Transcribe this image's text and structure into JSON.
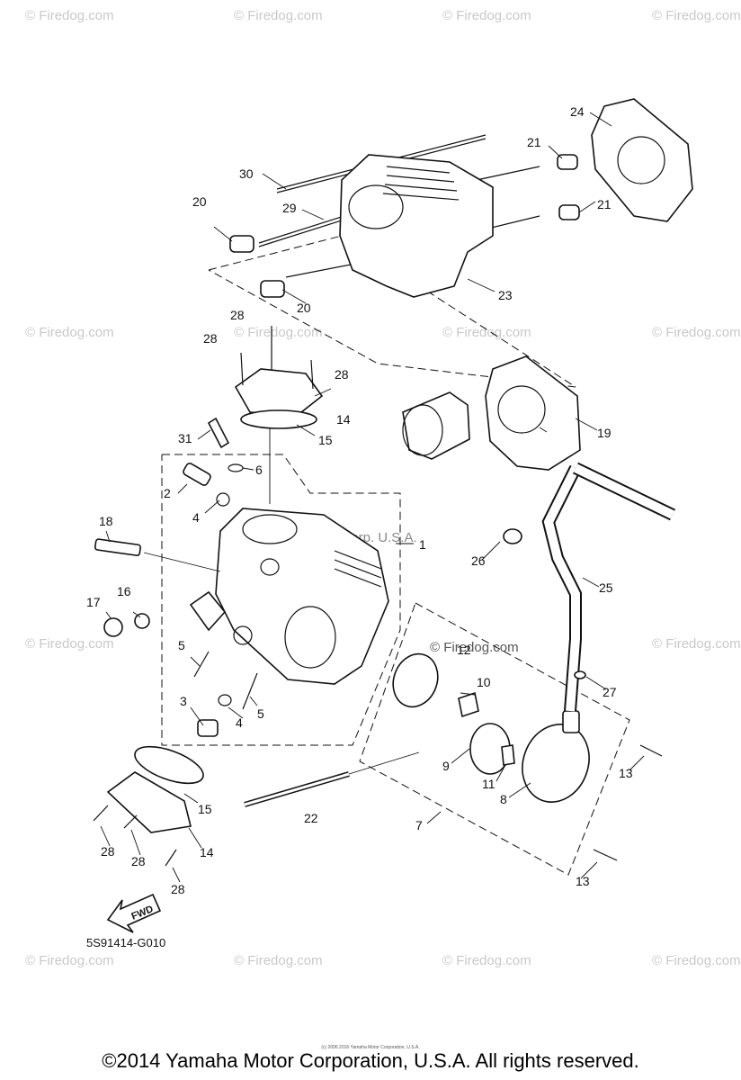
{
  "diagram_code": "5S91414-G010",
  "fwd_label": "FWD",
  "watermark": "© Firedog.com",
  "inline_brand": "Yamaha Motor Corp. U.S.A.",
  "tiny_credit": "(c) 2006 2016 Yamaha Motor Corporation, U.S.A.",
  "copyright": "©2014 Yamaha Motor Corporation, U.S.A. All rights reserved.",
  "callouts": {
    "n1": "1",
    "n2": "2",
    "n3": "3",
    "n4a": "4",
    "n4b": "4",
    "n5a": "5",
    "n5b": "5",
    "n6": "6",
    "n7": "7",
    "n8": "8",
    "n9": "9",
    "n10": "10",
    "n11": "11",
    "n12": "12",
    "n13a": "13",
    "n13b": "13",
    "n14a": "14",
    "n14b": "14",
    "n15a": "15",
    "n15b": "15",
    "n16": "16",
    "n17": "17",
    "n18": "18",
    "n19": "19",
    "n20a": "20",
    "n20b": "20",
    "n21a": "21",
    "n21b": "21",
    "n22": "22",
    "n23": "23",
    "n24": "24",
    "n25": "25",
    "n26": "26",
    "n27": "27",
    "n28a": "28",
    "n28b": "28",
    "n28c": "28",
    "n28d": "28",
    "n28e": "28",
    "n28f": "28",
    "n29": "29",
    "n30": "30",
    "n31": "31"
  }
}
